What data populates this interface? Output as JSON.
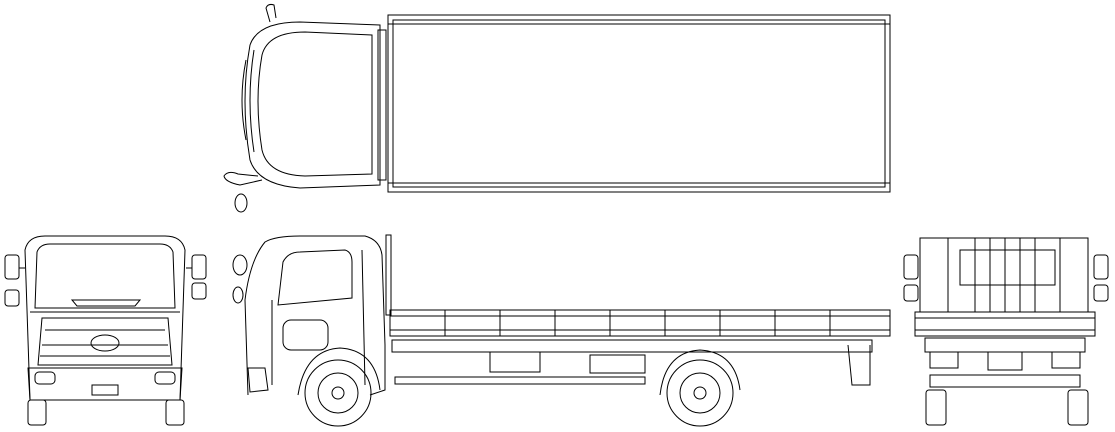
{
  "colors": {
    "stroke": "#000000",
    "background": "#ffffff"
  },
  "views": [
    "top",
    "front",
    "side",
    "rear"
  ]
}
